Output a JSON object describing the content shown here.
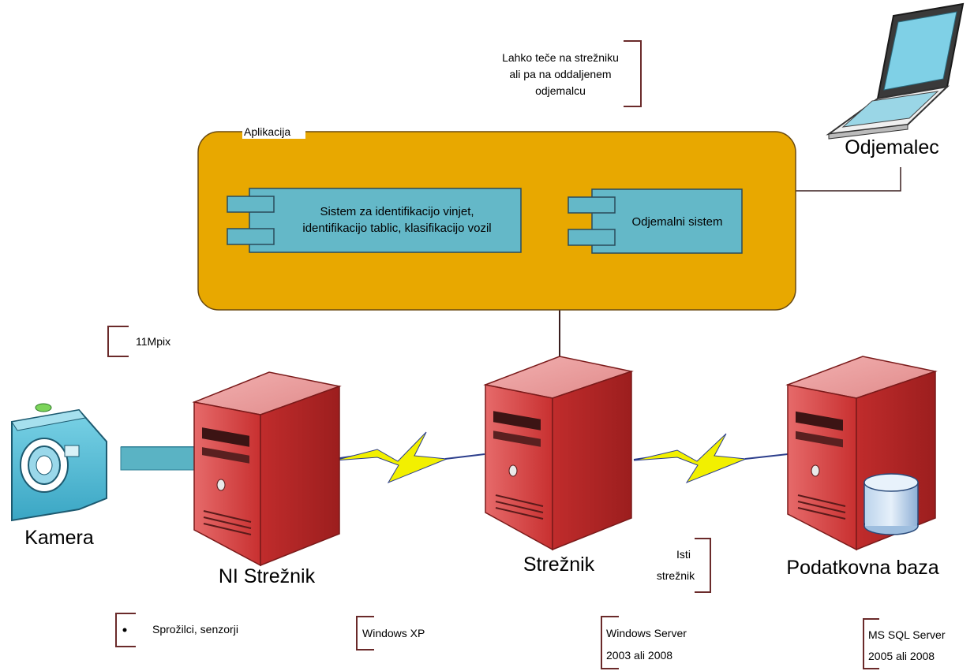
{
  "app_container": {
    "title": "Aplikacija",
    "component_left_line1": "Sistem za identifikacijo vinjet,",
    "component_left_line2": "identifikacijo tablic, klasifikacijo vozil",
    "component_right": "Odjemalni sistem"
  },
  "notes": {
    "client_note_line1": "Lahko teče na strežniku",
    "client_note_line2": "ali pa na oddaljenem",
    "client_note_line3": "odjemalcu",
    "camera_resolution": "11Mpix",
    "same_server_line1": "Isti",
    "same_server_line2": "strežnik",
    "triggers": "Sprožilci, senzorji",
    "os_ni": "Windows XP",
    "os_server_line1": "Windows Server",
    "os_server_line2": "2003 ali 2008",
    "db_line1": "MS SQL Server",
    "db_line2": "2005 ali 2008"
  },
  "nodes": {
    "client": "Odjemalec",
    "camera": "Kamera",
    "ni_server": "NI Strežnik",
    "server": "Strežnik",
    "database": "Podatkovna baza"
  },
  "colors": {
    "app_fill": "#e8a800",
    "component_fill": "#64b8c8",
    "server_front": "#c83232",
    "server_side": "#e07a7a",
    "lightning": "#f0f000",
    "camera_body": "#46b4d0",
    "note_bracket": "#6a2a2a"
  }
}
